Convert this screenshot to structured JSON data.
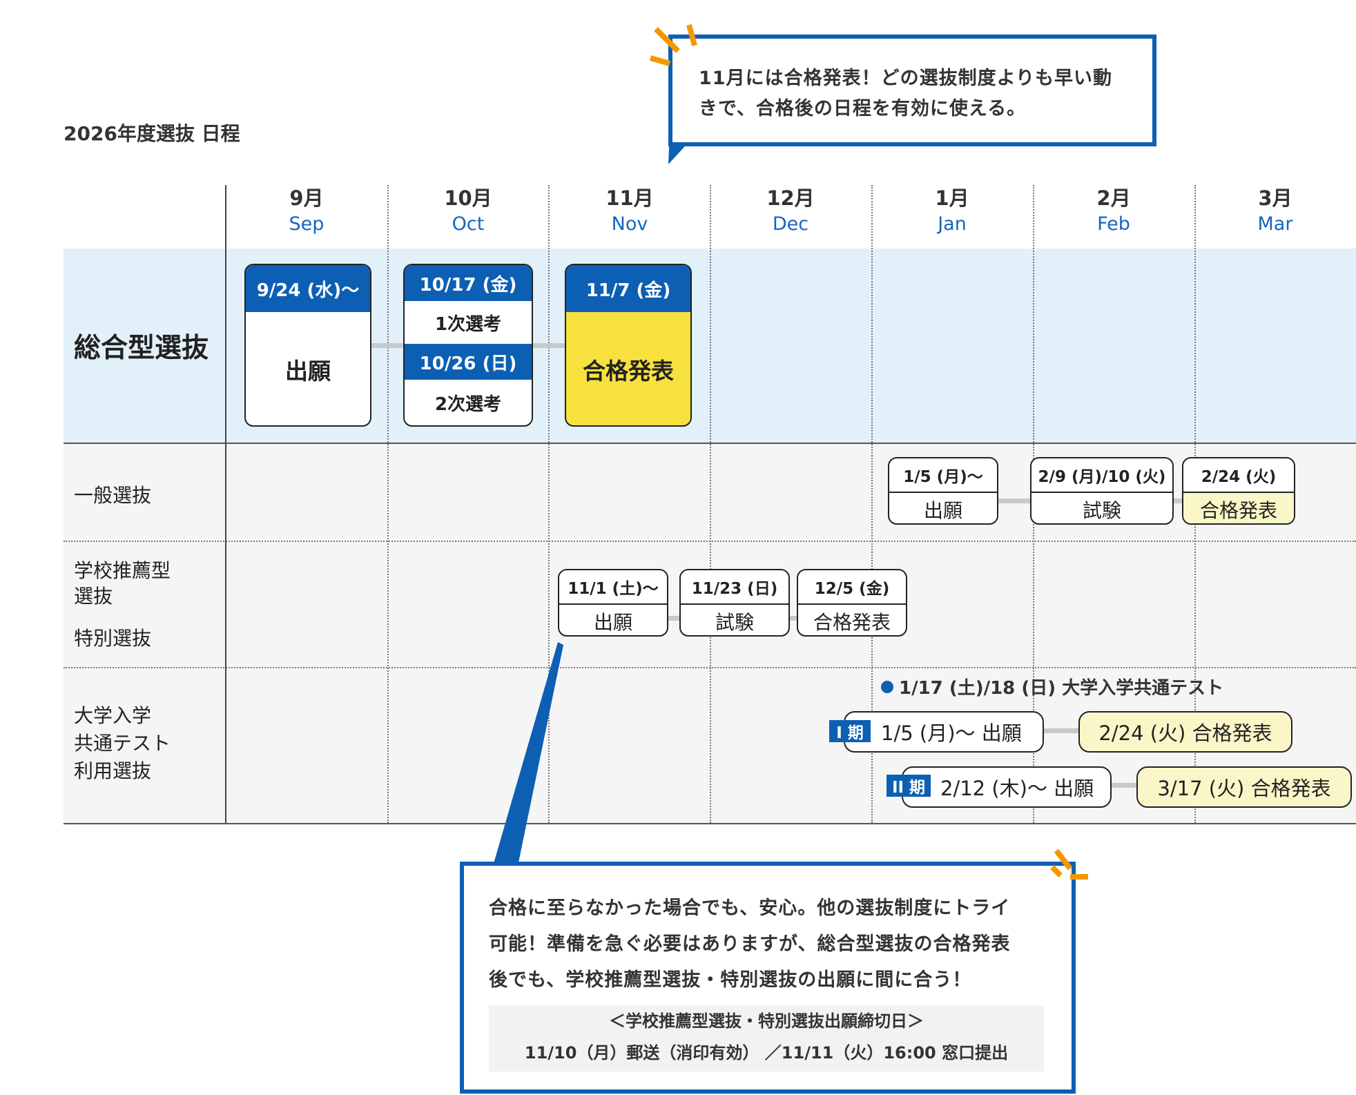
{
  "title": "2026年度選抜 日程",
  "months": [
    {
      "jp": "9月",
      "en": "Sep"
    },
    {
      "jp": "10月",
      "en": "Oct"
    },
    {
      "jp": "11月",
      "en": "Nov"
    },
    {
      "jp": "12月",
      "en": "Dec"
    },
    {
      "jp": "1月",
      "en": "Jan"
    },
    {
      "jp": "2月",
      "en": "Feb"
    },
    {
      "jp": "3月",
      "en": "Mar"
    }
  ],
  "rows": {
    "sougou": {
      "label": "総合型選抜",
      "apply": {
        "date": "9/24 (水)〜",
        "label": "出願"
      },
      "exam1": {
        "date": "10/17 (金)",
        "label": "1次選考"
      },
      "exam2": {
        "date": "10/26 (日)",
        "label": "2次選考"
      },
      "result": {
        "date": "11/7 (金)",
        "label": "合格発表"
      }
    },
    "ippan": {
      "label": "一般選抜",
      "apply": {
        "date": "1/5 (月)〜",
        "label": "出願"
      },
      "exam": {
        "date": "2/9 (月)/10 (火)",
        "label": "試験"
      },
      "result": {
        "date": "2/24 (火)",
        "label": "合格発表"
      }
    },
    "suisen": {
      "label1": "学校推薦型",
      "label2": "選抜",
      "label3": "特別選抜",
      "apply": {
        "date": "11/1 (土)〜",
        "label": "出願"
      },
      "exam": {
        "date": "11/23 (日)",
        "label": "試験"
      },
      "result": {
        "date": "12/5 (金)",
        "label": "合格発表"
      }
    },
    "kyotsu": {
      "label1": "大学入学",
      "label2": "共通テスト",
      "label3": "利用選抜",
      "test_note": "1/17 (土)/18 (日) 大学入学共通テスト",
      "term1": {
        "badge": "I 期",
        "apply": "1/5 (月)〜 出願",
        "result": "2/24 (火) 合格発表"
      },
      "term2": {
        "badge": "II 期",
        "apply": "2/12 (木)〜 出願",
        "result": "3/17 (火) 合格発表"
      }
    }
  },
  "callout_top": {
    "line1": "11月には合格発表！どの選抜制度よりも早い動",
    "line2": "きで、合格後の日程を有効に使える。"
  },
  "callout_bottom": {
    "line1": "合格に至らなかった場合でも、安心。他の選抜制度にトライ",
    "line2": "可能！準備を急ぐ必要はありますが、総合型選抜の合格発表",
    "line3": "後でも、学校推薦型選抜・特別選抜の出願に間に合う！",
    "note_title": "＜学校推薦型選抜・特別選抜出願締切日＞",
    "note_body": "11/10（月）郵送（消印有効） ／11/11（火）16:00 窓口提出"
  },
  "colors": {
    "accent": "#0d5fb4",
    "highlight": "#f7e13e",
    "cream": "#fbf6c8",
    "row_highlight": "#e2f0fa",
    "row_bg": "#f5f5f5",
    "spark": "#f39800"
  }
}
